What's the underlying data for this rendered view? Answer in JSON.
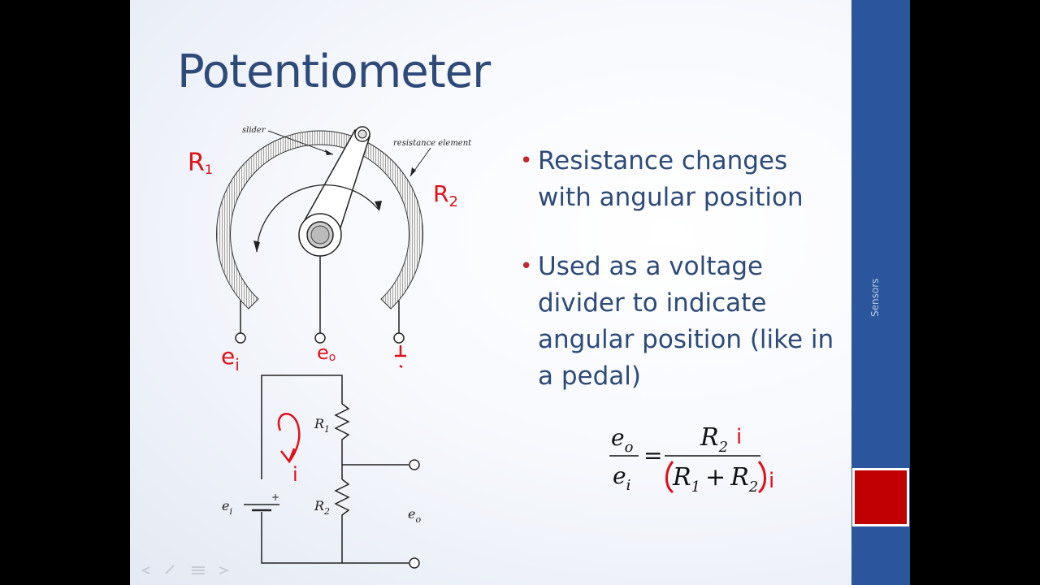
{
  "slide": {
    "title": "Potentiometer",
    "bullets": [
      "Resistance changes with angular position",
      "Used as a voltage divider to indicate angular position (like in a pedal)"
    ],
    "section_label": "Sensors"
  },
  "diagram": {
    "slider_label": "slider",
    "resistance_label": "resistance element",
    "r1_label": "R",
    "r1_sub": "1",
    "r2_label": "R",
    "r2_sub": "2",
    "ei_label": "e",
    "ei_sub": "i",
    "eo_label": "e",
    "eo_sub": "o",
    "plus": "+",
    "annot_r1": "R",
    "annot_r1_sub": "1",
    "annot_r2": "R",
    "annot_r2_sub": "2",
    "annot_ei": "e",
    "annot_ei_sub": "i",
    "annot_eo": "e",
    "annot_eo_sub": "o",
    "annot_i": "i"
  },
  "equation": {
    "lhs_num": "e",
    "lhs_num_sub": "o",
    "lhs_den": "e",
    "lhs_den_sub": "i",
    "equals": "=",
    "rhs_num": "R",
    "rhs_num_sub": "2",
    "rhs_den_r1": "R",
    "rhs_den_r1_sub": "1",
    "rhs_den_plus": "+",
    "rhs_den_r2": "R",
    "rhs_den_r2_sub": "2",
    "annot_i": "i"
  },
  "colors": {
    "title": "#2e4a78",
    "bullet": "#c0282d",
    "sidebar": "#2b559c",
    "ink": "#e0101b"
  }
}
